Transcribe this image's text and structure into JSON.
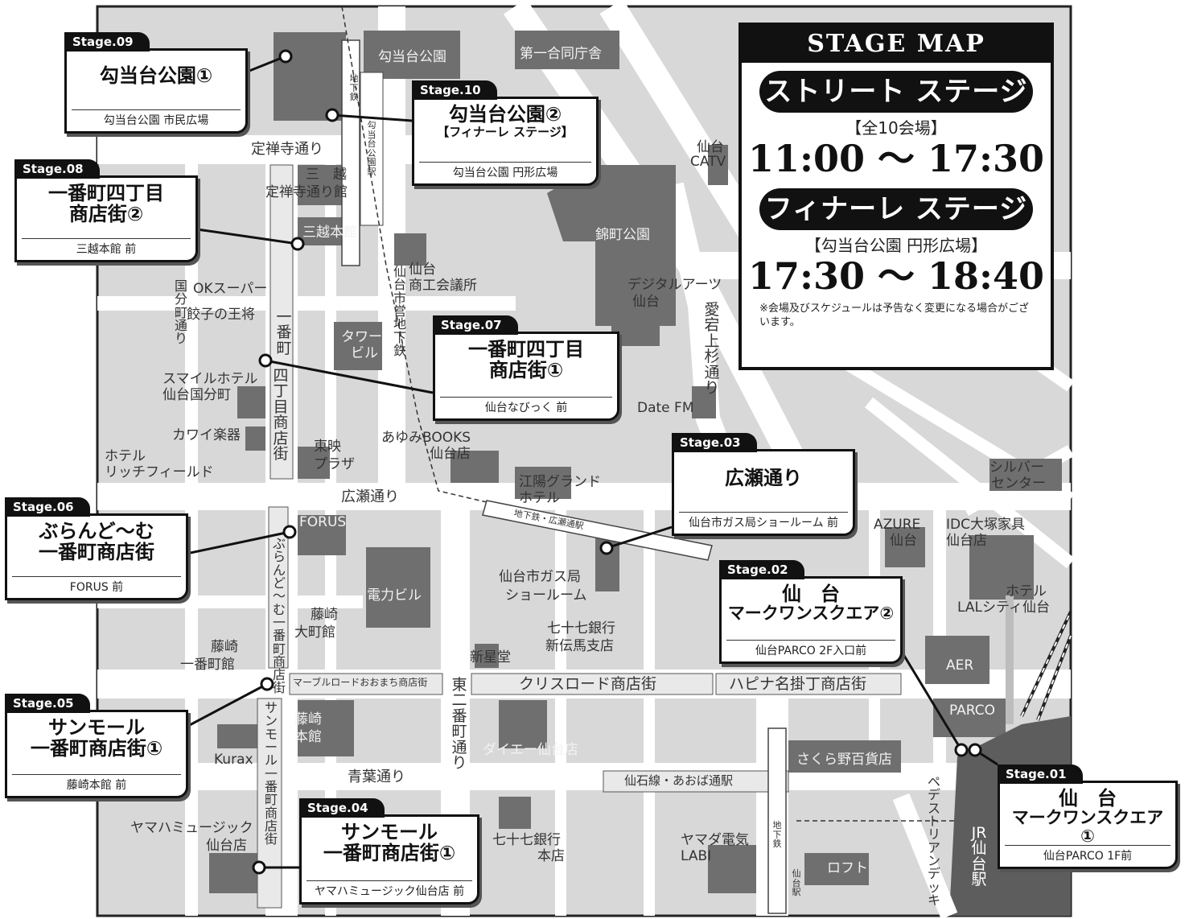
{
  "panel": {
    "title": "STAGE MAP",
    "street_stage": "ストリート ステージ",
    "street_note": "【全10会場】",
    "street_time": "11:00 ～ 17:30",
    "finale_stage": "フィナーレ ステージ",
    "finale_note": "【勾当台公園 円形広場】",
    "finale_time": "17:30 ～ 18:40",
    "disclaimer": "※会場及びスケジュールは予告なく変更になる場合がございます。"
  },
  "stages": [
    {
      "tag": "Stage.09",
      "line1": "勾当台公園①",
      "line2": "",
      "sub": "勾当台公園 市民広場"
    },
    {
      "tag": "Stage.10",
      "line1": "勾当台公園②",
      "line2": "【フィナーレ ステージ】",
      "sub": "勾当台公園 円形広場"
    },
    {
      "tag": "Stage.08",
      "line1": "一番町四丁目",
      "line2": "商店街②",
      "sub": "三越本館 前"
    },
    {
      "tag": "Stage.07",
      "line1": "一番町四丁目",
      "line2": "商店街①",
      "sub": "仙台なびっく 前"
    },
    {
      "tag": "Stage.03",
      "line1": "広瀬通り",
      "line2": "",
      "sub": "仙台市ガス局ショールーム 前"
    },
    {
      "tag": "Stage.06",
      "line1": "ぶらんど～む",
      "line2": "一番町商店街",
      "sub": "FORUS 前"
    },
    {
      "tag": "Stage.02",
      "line1": "仙　台",
      "line2": "マークワンスクエア②",
      "sub": "仙台PARCO 2F入口前"
    },
    {
      "tag": "Stage.05",
      "line1": "サンモール",
      "line2": "一番町商店街①",
      "sub": "藤崎本館 前"
    },
    {
      "tag": "Stage.04",
      "line1": "サンモール",
      "line2": "一番町商店街①",
      "sub": "ヤマハミュージック仙台店 前"
    },
    {
      "tag": "Stage.01",
      "line1": "仙　台",
      "line2": "マークワンスクエア①",
      "sub": "仙台PARCO 1F前"
    }
  ],
  "labels": {
    "kotodai_park": "勾当台公園",
    "daiichi_godo": "第一合同庁舎",
    "jozenji": "定禅寺通り",
    "mitsukoshi_jozenji_1": "三　越",
    "mitsukoshi_jozenji_2": "定禅寺通り館",
    "mitsukoshi_honkan": "三越本館",
    "catv_1": "仙台",
    "catv_2": "CATV",
    "nishikicho": "錦町公園",
    "shoko_1": "仙台",
    "shoko_2": "商工会議所",
    "ok_super": "OKスーパー",
    "gyoza": "餃子の王将",
    "digital_1": "デジタルアーツ",
    "digital_2": "仙台",
    "tower_1": "タワー",
    "tower_2": "ビル",
    "smile_1": "スマイルホテル",
    "smile_2": "仙台国分町",
    "kawai": "カワイ楽器",
    "datefm": "Date FM",
    "hotel_rich_1": "ホテル",
    "hotel_rich_2": "リッチフィールド",
    "toei_1": "東映",
    "toei_2": "プラザ",
    "ayumi_1": "あゆみBOOKS",
    "ayumi_2": "仙台店",
    "koyo_1": "江陽グランド",
    "koyo_2": "ホテル",
    "hirose": "広瀬通り",
    "hirose_station": "地下鉄・広瀬通駅",
    "silver_1": "シルバー",
    "silver_2": "センター",
    "forus": "FORUS",
    "azure_1": "AZURE",
    "azure_2": "仙台",
    "idc_1": "IDC大塚家具",
    "idc_2": "仙台店",
    "denryoku": "電力ビル",
    "gas_1": "仙台市ガス局",
    "gas_2": "ショールーム",
    "hotel_lal_1": "ホテル",
    "hotel_lal_2": "LALシティ仙台",
    "fujisaki_omachi_1": "藤崎",
    "fujisaki_omachi_2": "大町館",
    "bank77_shin_1": "七十七銀行",
    "bank77_shin_2": "新伝馬支店",
    "aer": "AER",
    "fujisaki_ichiban_1": "藤崎",
    "fujisaki_ichiban_2": "一番町館",
    "shinseido": "新星堂",
    "marble": "マーブルロードおおまち商店街",
    "crossroad": "クリスロード商店街",
    "hapina": "ハピナ名掛丁商店街",
    "parco": "PARCO",
    "fujisaki_honkan_1": "藤崎",
    "fujisaki_honkan_2": "本館",
    "kurax": "Kurax",
    "daiei": "ダイエー仙台店",
    "sakurano": "さくら野百貨店",
    "aoba": "青葉通り",
    "sensekisen": "仙石線・あおば通駅",
    "yamaha_1": "ヤマハミュージック",
    "yamaha_2": "仙台店",
    "bank77_hon_1": "七十七銀行",
    "bank77_hon_2": "本店",
    "yamada_1": "ヤマダ電気",
    "yamada_2": "LABI",
    "loft": "ロフト",
    "ichibancho_v": "一番町",
    "ichibancho4_v": "四丁目商店街",
    "kokubuncho_v": "国分町通り",
    "subway_line_v": "仙台市営地下鉄",
    "atago_v": "愛宕上杉通り",
    "brandome_v": "ぶらんど～む一番町商店街",
    "sunmall_v": "サンモール一番町商店街",
    "higashi2_v": "東二番町通り",
    "pedestrian_v": "ペデストリアンデッキ",
    "jr_station_v": "JR仙台駅",
    "subway_small_v1": "地下鉄",
    "kotodai_station_v": "勾当台公園駅",
    "subway_small_v2": "地下鉄",
    "sendai_station_small_v": "仙台駅"
  }
}
